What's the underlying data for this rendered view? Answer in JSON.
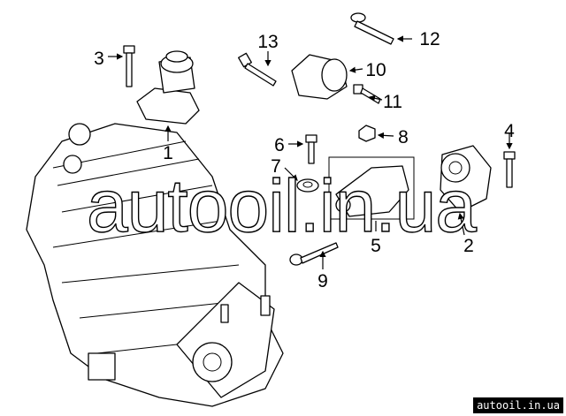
{
  "callouts": [
    "1",
    "2",
    "3",
    "4",
    "5",
    "6",
    "7",
    "8",
    "9",
    "10",
    "11",
    "12",
    "13"
  ],
  "watermark": "autooil.in.ua",
  "badge": "autooil.in.ua"
}
